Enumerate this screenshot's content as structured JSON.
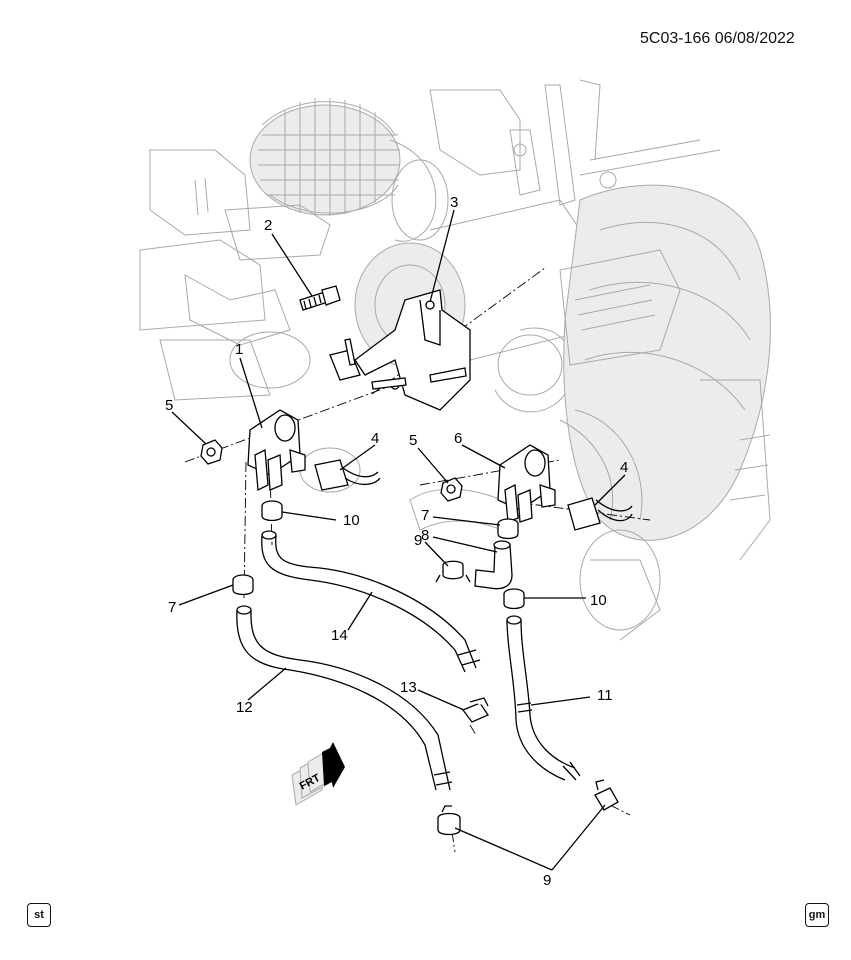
{
  "header": {
    "diagram_id": "5C03-166 06/08/2022"
  },
  "callouts": [
    "1",
    "2",
    "3",
    "4",
    "5",
    "6",
    "7",
    "8",
    "9",
    "10",
    "11",
    "12",
    "13",
    "14"
  ],
  "direction_marker": "FRT",
  "corner_badges": {
    "left": "st",
    "right": "gm"
  }
}
